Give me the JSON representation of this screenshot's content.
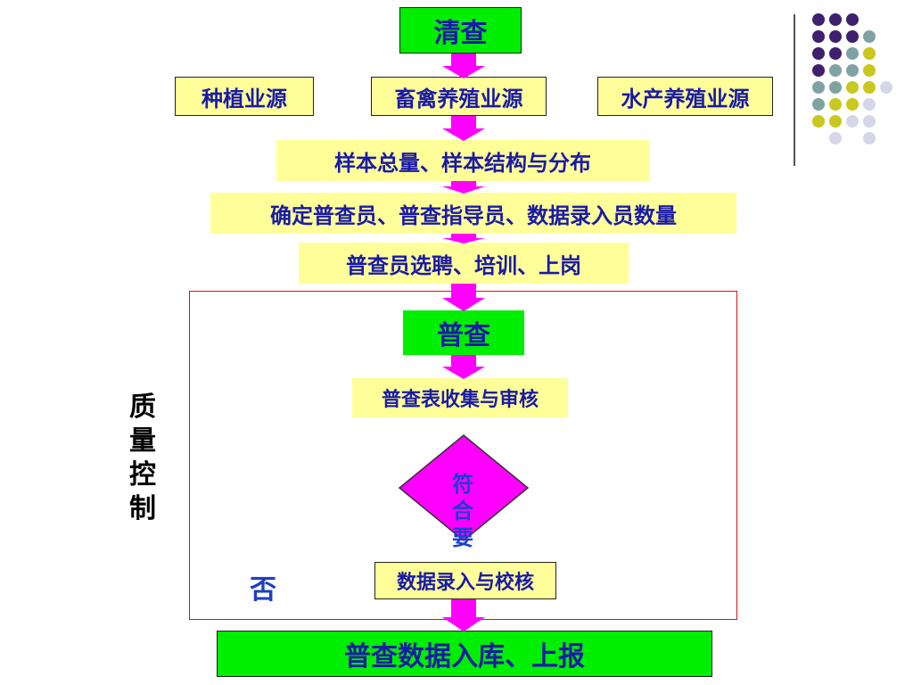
{
  "top": {
    "label": "清查"
  },
  "sources": [
    {
      "label": "种植业源"
    },
    {
      "label": "畜禽养殖业源"
    },
    {
      "label": "水产养殖业源"
    }
  ],
  "steps": [
    {
      "label": "样本总量、样本结构与分布"
    },
    {
      "label": "确定普查员、普查指导员、数据录入员数量"
    },
    {
      "label": "普查员选聘、培训、上岗"
    }
  ],
  "survey": {
    "label": "普查"
  },
  "collect": {
    "label": "普查表收集与审核"
  },
  "decision": {
    "label": "符合要"
  },
  "no_label": "否",
  "entry": {
    "label": "数据录入与校核"
  },
  "final": {
    "label": "普查数据入库、上报"
  },
  "side_label": "质量控制",
  "colors": {
    "green": "#00ee00",
    "yellow": "#ffff99",
    "arrow": "#ff00ff",
    "frame": "#e01010",
    "text_blue": "#1a1aa8",
    "dot_purple": "#3f1f6e",
    "dot_teal": "#7fa3a3",
    "dot_olive": "#c8c81e",
    "dot_lavender": "#d6d6e8"
  }
}
